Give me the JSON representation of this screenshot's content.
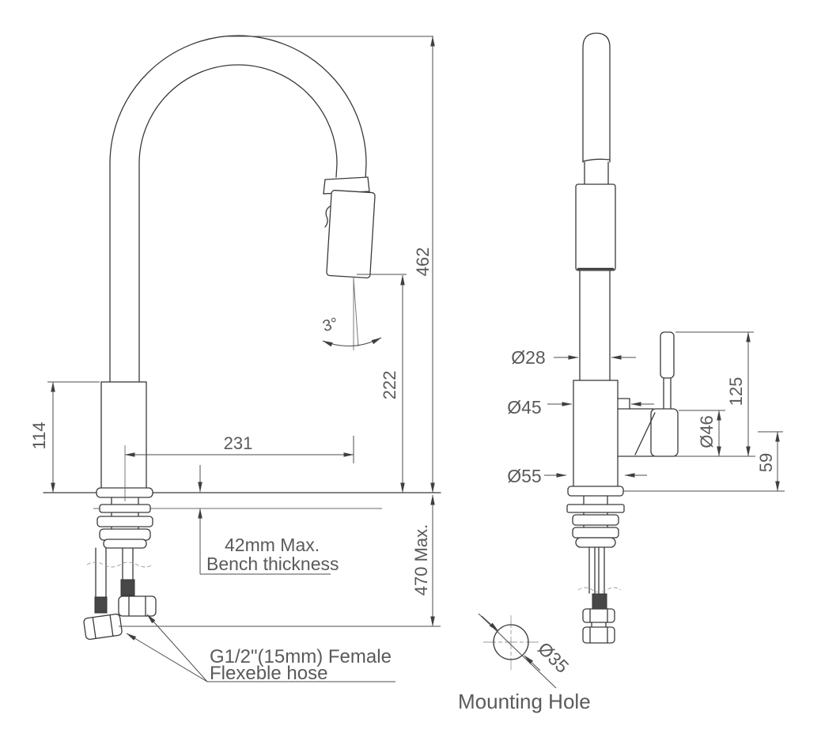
{
  "left_view": {
    "dim_462": "462",
    "dim_222": "222",
    "dim_231": "231",
    "dim_114": "114",
    "angle_3": "3°",
    "dim_470": "470 Max.",
    "note_bench_line1": "42mm Max.",
    "note_bench_line2": "Bench thickness",
    "note_hose_line1": "G1/2\"(15mm) Female",
    "note_hose_line2": "Flexeble hose"
  },
  "right_view": {
    "dia_28": "Ø28",
    "dia_45": "Ø45",
    "dia_55": "Ø55",
    "dia_46": "Ø46",
    "dim_125": "125",
    "dim_59": "59"
  },
  "mounting_hole": {
    "dia_35": "Ø35",
    "label": "Mounting Hole"
  },
  "colors": {
    "object_line": "#3a3a3a",
    "dimension_line": "#4d4d4d",
    "text": "#5a5a5a",
    "background": "#ffffff"
  }
}
